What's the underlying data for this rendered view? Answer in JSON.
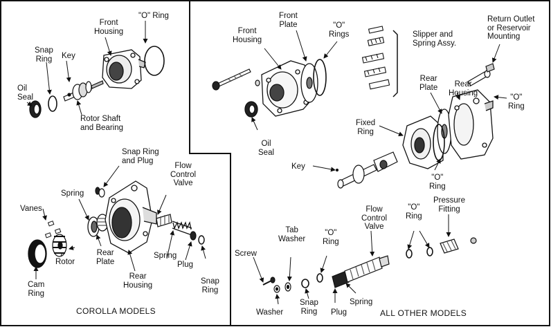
{
  "diagram": {
    "corolla": {
      "caption": "COROLLA MODELS",
      "labels": {
        "front_housing": "Front\nHousing",
        "o_ring": "\"O\" Ring",
        "snap_ring": "Snap\nRing",
        "key": "Key",
        "oil_seal": "Oil\nSeal",
        "rotor_shaft": "Rotor Shaft\nand Bearing",
        "snap_ring_plug": "Snap Ring\nand Plug",
        "flow_control": "Flow\nControl\nValve",
        "spring_top": "Spring",
        "vanes": "Vanes",
        "rear_plate": "Rear\nPlate",
        "rotor": "Rotor",
        "cam_ring": "Cam\nRing",
        "rear_housing": "Rear\nHousing",
        "spring_bottom": "Spring",
        "plug": "Plug",
        "snap_ring_bottom": "Snap\nRing"
      }
    },
    "other": {
      "caption": "ALL OTHER MODELS",
      "labels": {
        "front_housing": "Front\nHousing",
        "front_plate": "Front\nPlate",
        "o_rings": "\"O\"\nRings",
        "slipper": "Slipper and\nSpring Assy.",
        "return_outlet": "Return Outlet\nor Reservoir\nMounting",
        "rear_plate": "Rear\nPlate",
        "rear_housing": "Rear\nHousing",
        "o_ring_right": "\"O\"\nRing",
        "oil_seal": "Oil\nSeal",
        "fixed_ring": "Fixed\nRing",
        "key": "Key",
        "o_ring_mid": "\"O\"\nRing",
        "flow_control": "Flow\nControl\nValve",
        "o_ring_top": "\"O\"\nRing",
        "pressure_fitting": "Pressure\nFitting",
        "tab_washer": "Tab\nWasher",
        "o_ring_small": "\"O\"\nRing",
        "screw": "Screw",
        "washer": "Washer",
        "snap_ring": "Snap\nRing",
        "plug": "Plug",
        "spring": "Spring"
      }
    }
  }
}
